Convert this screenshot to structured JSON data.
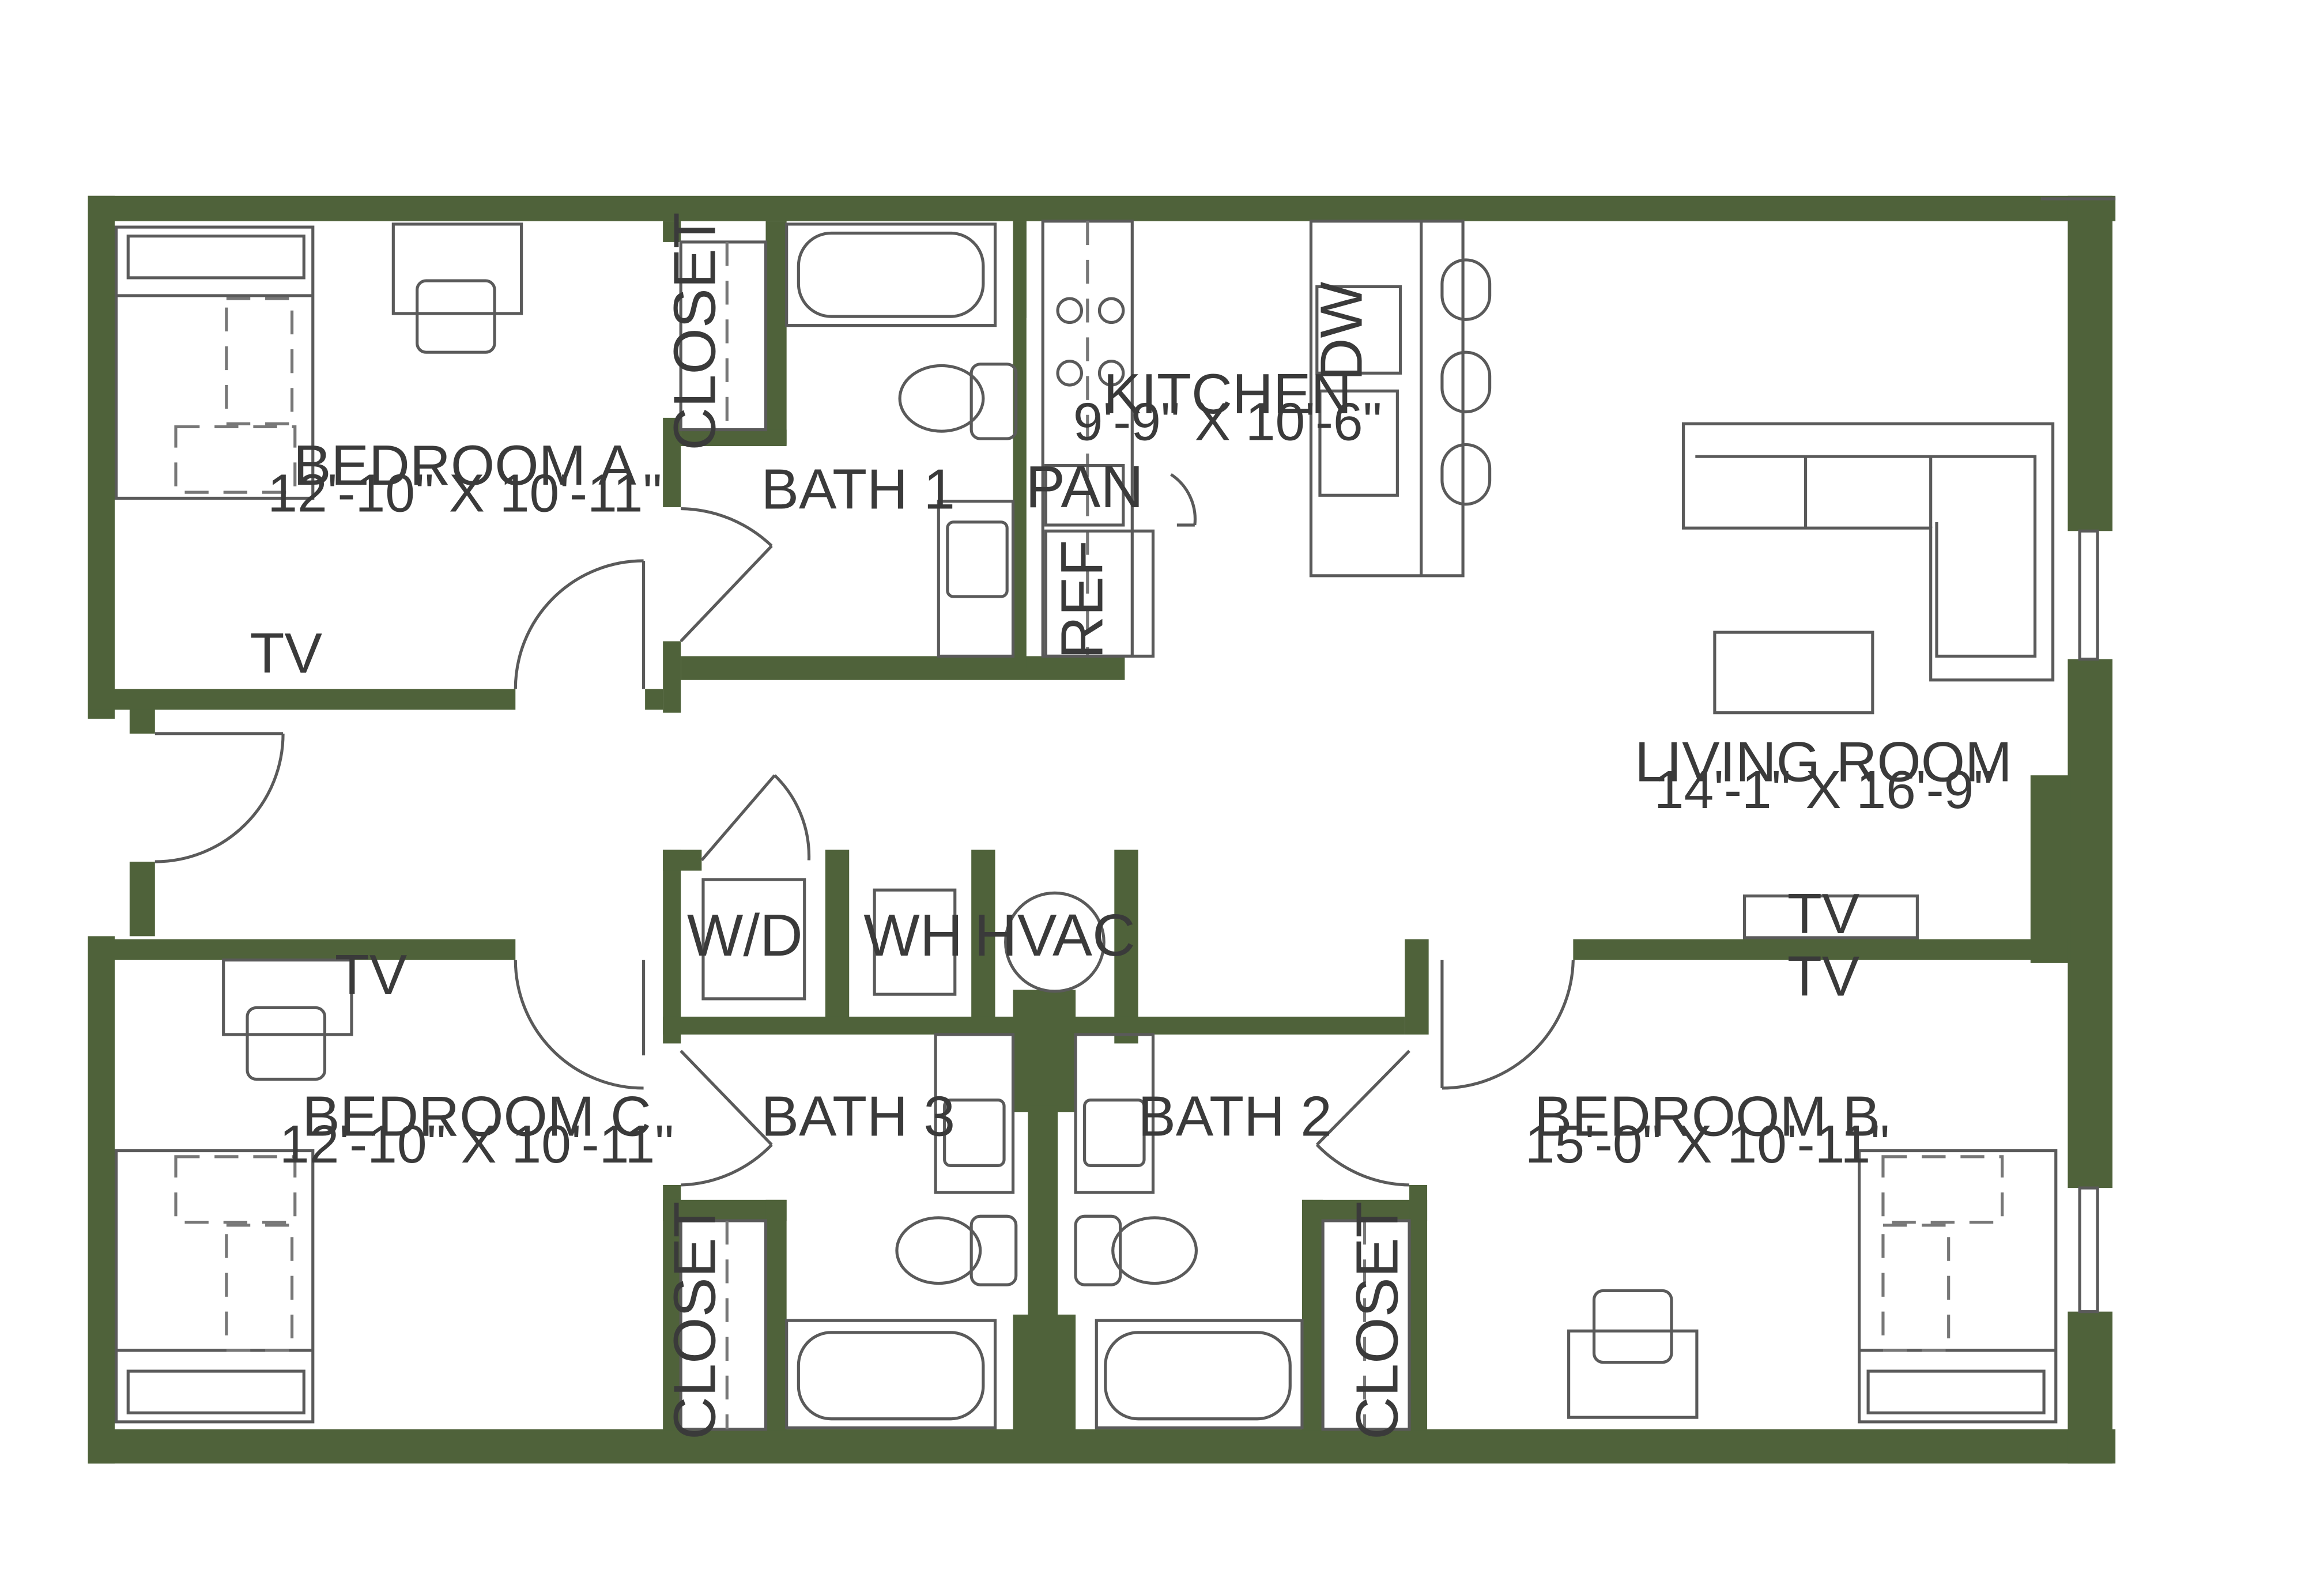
{
  "colors": {
    "wall": "#4f623a",
    "line": "#5a5a5a",
    "text": "#3a3a3a",
    "background": "#ffffff"
  },
  "rooms": {
    "bedroom_a": {
      "name": "BEDROOM A",
      "dim": "12'-10\" X 10'-11\""
    },
    "bath_1": {
      "name": "BATH 1"
    },
    "kitchen": {
      "name": "KITCHEN",
      "dim": "9'-9\" X 10'-6\""
    },
    "living_room": {
      "name": "LIVING ROOM",
      "dim": "14'-1\" X 16'-9\""
    },
    "bedroom_c": {
      "name": "BEDROOM C",
      "dim": "12'-10\" X 10'-11\""
    },
    "bath_3": {
      "name": "BATH 3"
    },
    "bath_2": {
      "name": "BATH 2"
    },
    "bedroom_b": {
      "name": "BEDROOM B",
      "dim": "15'-0\" X 10'-11\""
    }
  },
  "fixtures": {
    "closet_a": "CLOSET",
    "closet_c": "CLOSET",
    "closet_b": "CLOSET",
    "dw": "DW",
    "pan": "PAN",
    "ref": "REF",
    "wd": "W/D",
    "wh": "WH",
    "hvac": "HVAC"
  },
  "tv_labels": {
    "bedroom_a": "TV",
    "bedroom_c": "TV",
    "living_console": "TV",
    "bedroom_b": "TV"
  }
}
